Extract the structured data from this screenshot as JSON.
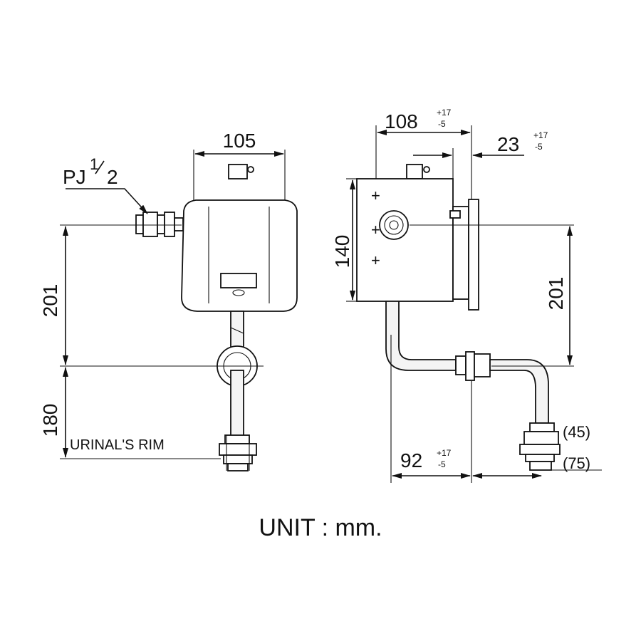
{
  "front_view": {
    "width_dim": "105",
    "inlet_label_pj": "PJ",
    "inlet_label_frac_num": "1",
    "inlet_label_frac_den": "2",
    "height_dim": "201",
    "rim_dim": "180",
    "rim_label": "URINAL'S RIM"
  },
  "side_view": {
    "depth_dim": "108",
    "depth_tol_plus": "+17",
    "depth_tol_minus": "-5",
    "flange_dim": "23",
    "flange_tol_plus": "+17",
    "flange_tol_minus": "-5",
    "box_height_dim": "140",
    "height_dim": "201",
    "base_dim": "92",
    "base_tol_plus": "+17",
    "base_tol_minus": "-5",
    "offset_upper": "(45)",
    "offset_lower": "(75)"
  },
  "unit_label": "UNIT : mm."
}
